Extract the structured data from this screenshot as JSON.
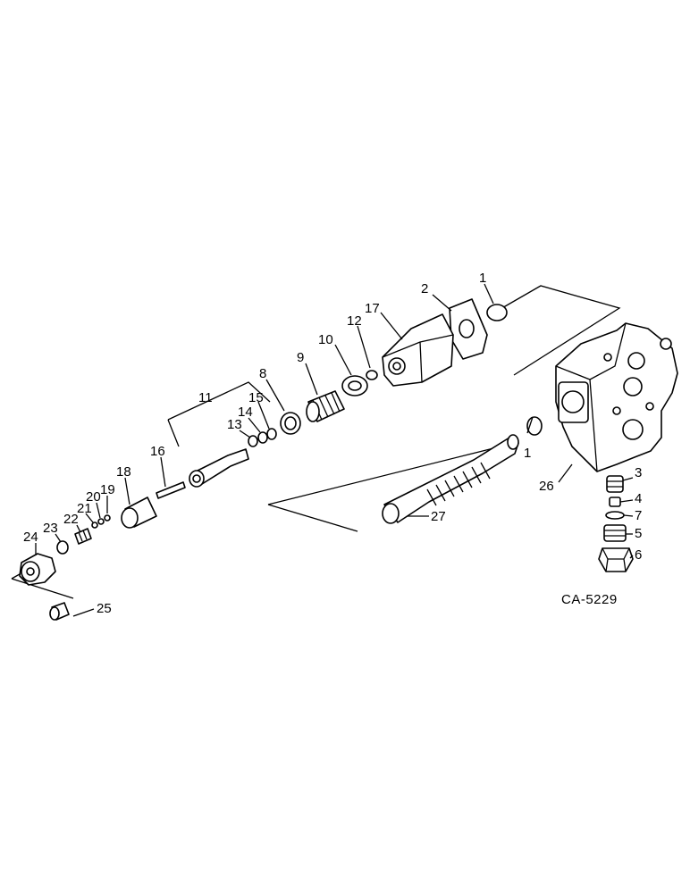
{
  "diagram": {
    "reference_code": "CA-5229",
    "labels": {
      "p1a": "1",
      "p1b": "1",
      "p2": "2",
      "p3": "3",
      "p4": "4",
      "p5": "5",
      "p6": "6",
      "p7": "7",
      "p8": "8",
      "p9": "9",
      "p10": "10",
      "p11": "11",
      "p12": "12",
      "p13": "13",
      "p14": "14",
      "p15": "15",
      "p16": "16",
      "p17": "17",
      "p18": "18",
      "p19": "19",
      "p20": "20",
      "p21": "21",
      "p22": "22",
      "p23": "23",
      "p24": "24",
      "p25": "25",
      "p26": "26",
      "p27": "27"
    }
  }
}
